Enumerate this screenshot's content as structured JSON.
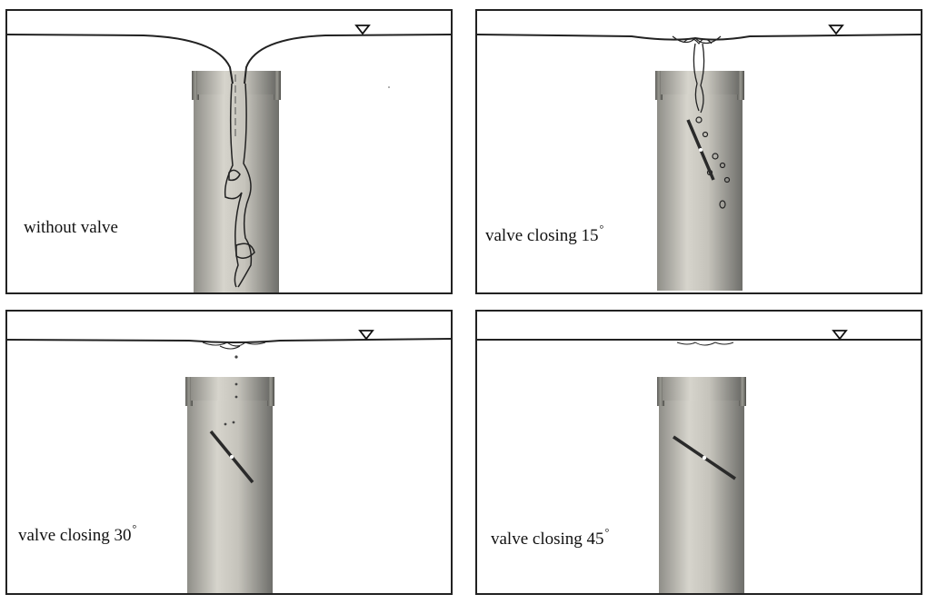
{
  "panels": [
    {
      "id": "p1",
      "label": "without valve",
      "angle": ""
    },
    {
      "id": "p2",
      "label": "valve closing 15",
      "angle": "°"
    },
    {
      "id": "p3",
      "label": "valve closing 30",
      "angle": "°"
    },
    {
      "id": "p4",
      "label": "valve closing 45",
      "angle": "°"
    }
  ],
  "colors": {
    "pipe_light": "#d2d0c8",
    "pipe_dark": "#6e6e6a",
    "lines": "#222222",
    "valve": "#2a2a2a"
  },
  "icons": {
    "water_level": "inverted-triangle-icon"
  }
}
